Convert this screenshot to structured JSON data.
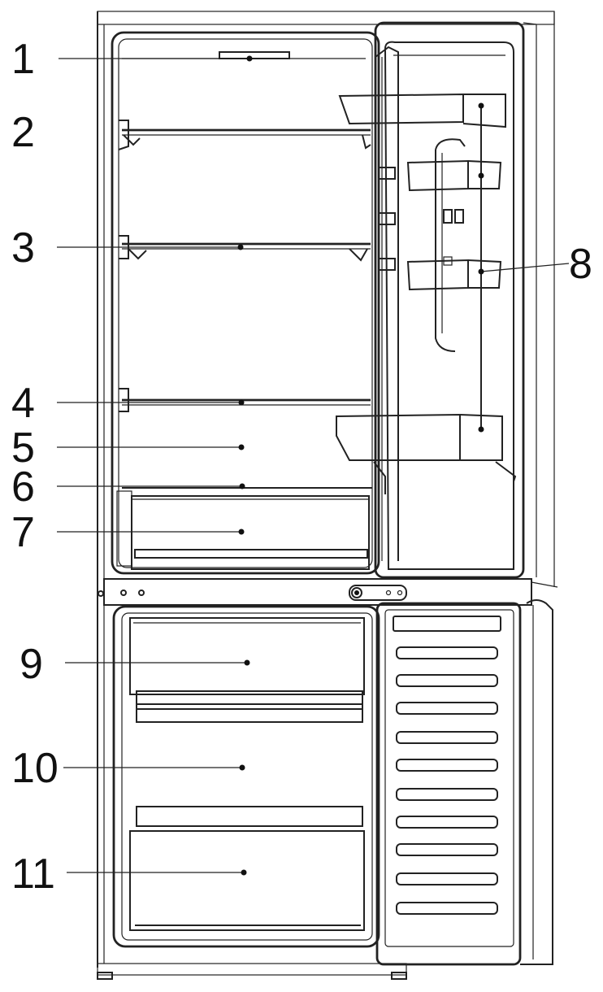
{
  "callouts": [
    {
      "id": "1",
      "label": "1"
    },
    {
      "id": "2",
      "label": "2"
    },
    {
      "id": "3",
      "label": "3"
    },
    {
      "id": "4",
      "label": "4"
    },
    {
      "id": "5",
      "label": "5"
    },
    {
      "id": "6",
      "label": "6"
    },
    {
      "id": "7",
      "label": "7"
    },
    {
      "id": "8",
      "label": "8"
    },
    {
      "id": "9",
      "label": "9"
    },
    {
      "id": "10",
      "label": "10"
    },
    {
      "id": "11",
      "label": "11"
    }
  ],
  "colors": {
    "line": "#222222",
    "background": "#ffffff"
  }
}
